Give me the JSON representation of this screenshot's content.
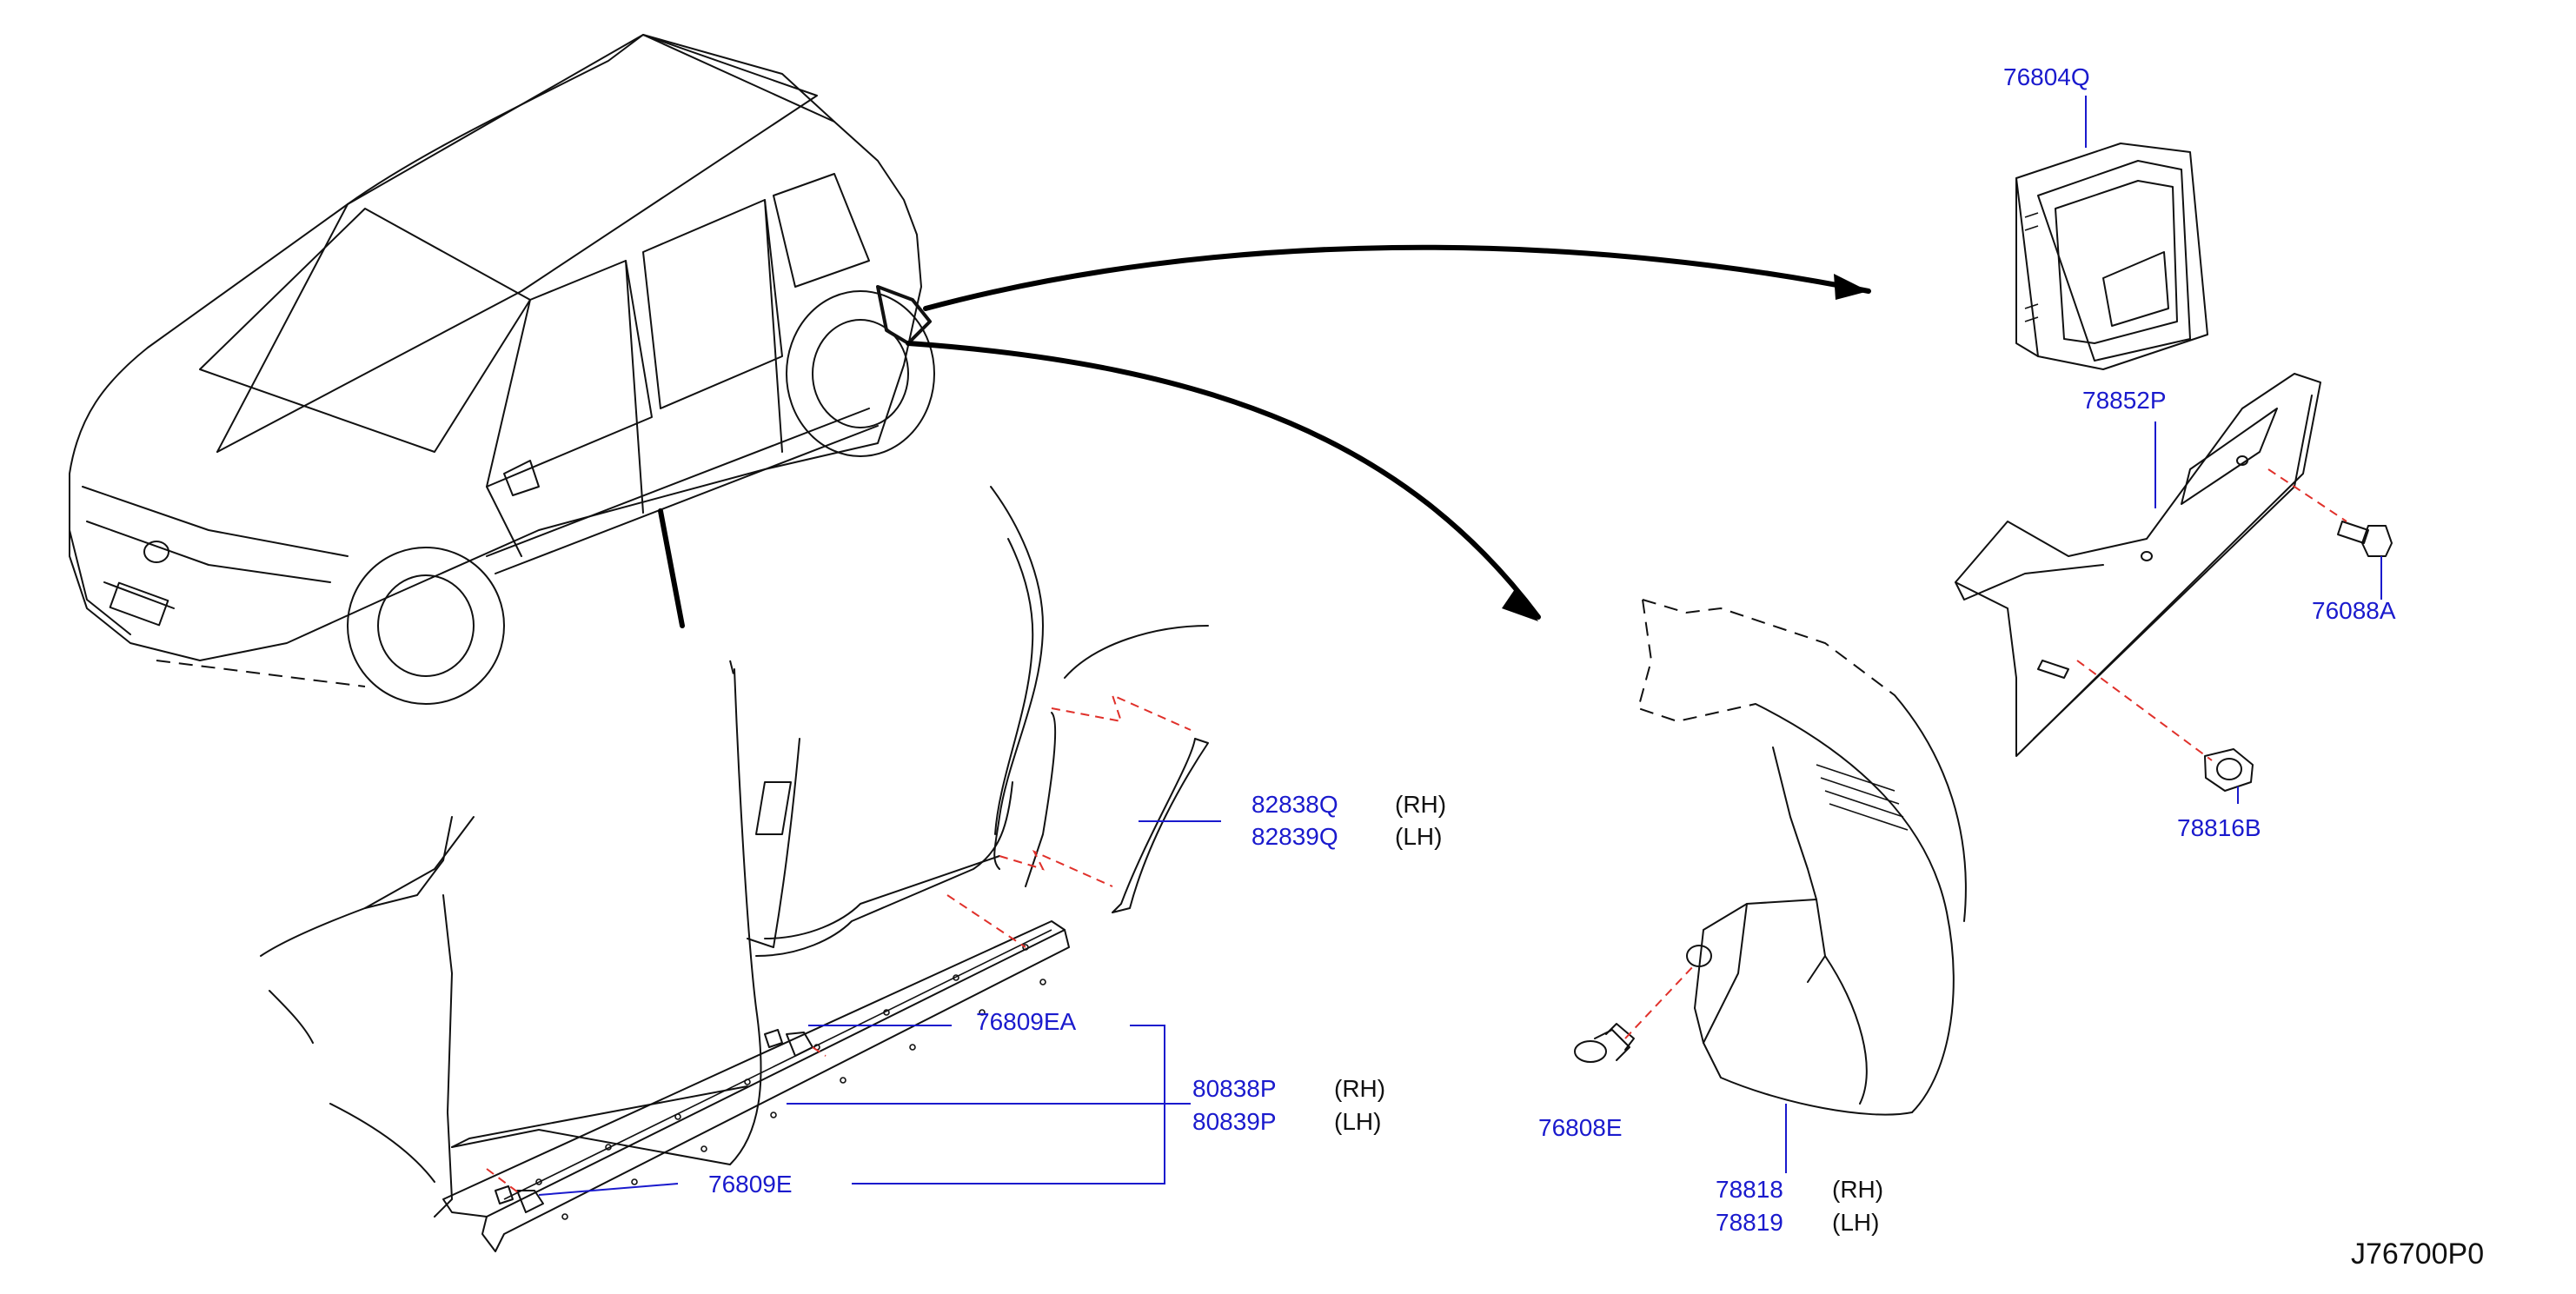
{
  "diagram_code": "J76700P0",
  "callouts": {
    "c76804Q": "76804Q",
    "c78852P": "78852P",
    "c76088A": "76088A",
    "c78816B": "78816B",
    "c82838Q": {
      "part": "82838Q",
      "side": "(RH)"
    },
    "c82839Q": {
      "part": "82839Q",
      "side": "(LH)"
    },
    "c76809EA": "76809EA",
    "c80838P": {
      "part": "80838P",
      "side": "(RH)"
    },
    "c80839P": {
      "part": "80839P",
      "side": "(LH)"
    },
    "c76809E": "76809E",
    "c76808E": "76808E",
    "c78818": {
      "part": "78818",
      "side": "(RH)"
    },
    "c78819": {
      "part": "78819",
      "side": "(LH)"
    }
  },
  "colors": {
    "part_number": "#1a1acd",
    "line_art": "#111111",
    "mounting_guide": "#e0302a"
  }
}
